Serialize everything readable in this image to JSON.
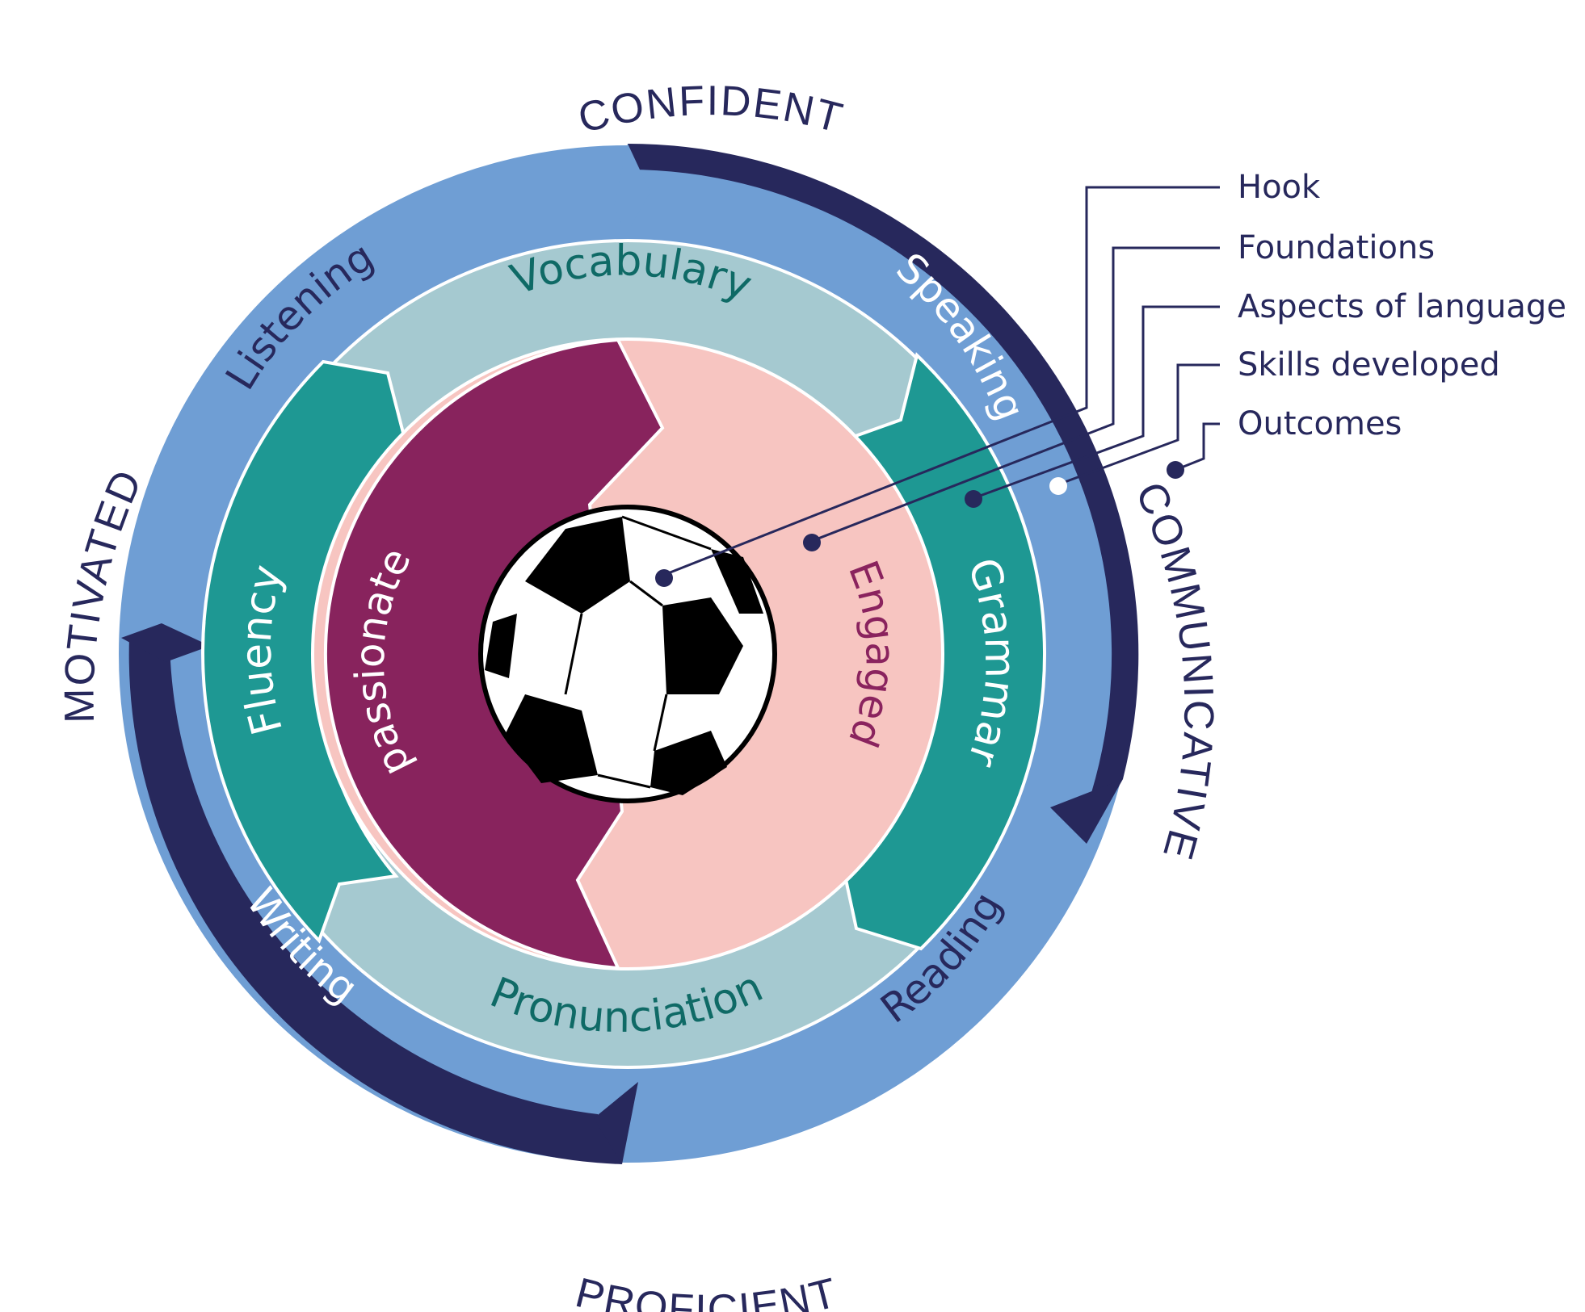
{
  "colors": {
    "navy": "#27285c",
    "light_blue": "#6f9ed4",
    "teal": "#1e9893",
    "pale_teal": "#a5c9d0",
    "plum": "#88235d",
    "pink": "#f7c5c1"
  },
  "outcomes": {
    "top": "CONFIDENT",
    "left": "MOTIVATED",
    "right": "COMMUNICATIVE",
    "bottom": "PROFICIENT"
  },
  "skills": {
    "speaking": "Speaking",
    "listening": "Listening",
    "writing": "Writing",
    "reading": "Reading"
  },
  "aspects": {
    "vocabulary": "Vocabulary",
    "grammar": "Grammar",
    "pronunciation": "Pronunciation",
    "fluency": "Fluency"
  },
  "foundations": {
    "passionate": "passionate",
    "engaged": "Engaged"
  },
  "hook_icon": "soccer-ball-icon",
  "legend": {
    "hook": "Hook",
    "foundations": "Foundations",
    "aspects": "Aspects of language",
    "skills": "Skills developed",
    "outcomes": "Outcomes"
  }
}
